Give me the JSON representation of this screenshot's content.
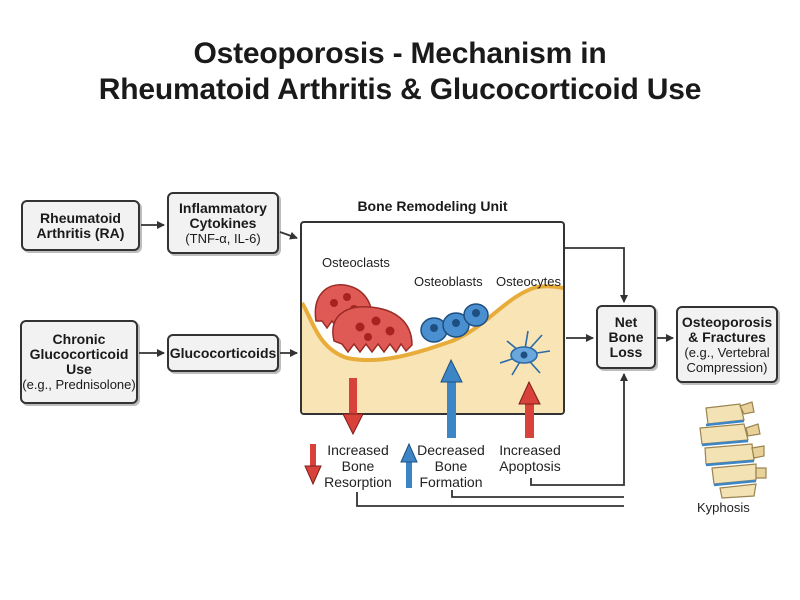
{
  "title": {
    "line1": "Osteoporosis - Mechanism in",
    "line2": "Rheumatoid Arthritis & Glucocorticoid Use"
  },
  "nodes": {
    "ra": {
      "line1": "Rheumatoid",
      "line2": "Arthritis (RA)"
    },
    "cytokines": {
      "line1": "Inflammatory",
      "line2": "Cytokines",
      "line3": "(TNF-α, IL-6)"
    },
    "chronic_gc": {
      "line1": "Chronic",
      "line2": "Glucocorticoid",
      "line3": "Use",
      "line4": "(e.g., Prednisolone)"
    },
    "glucocorticoids": {
      "label": "Glucocorticoids"
    },
    "net_loss": {
      "line1": "Net",
      "line2": "Bone",
      "line3": "Loss"
    },
    "outcome": {
      "line1": "Osteoporosis",
      "line2": "& Fractures",
      "line3": "(e.g., Vertebral",
      "line4": "Compression)"
    }
  },
  "remodeling_unit": {
    "title": "Bone Remodeling Unit",
    "osteoclasts": "Osteoclasts",
    "osteoblasts": "Osteoblasts",
    "osteocytes": "Osteocytes"
  },
  "effects": {
    "resorption": {
      "line1": "Increased",
      "line2": "Bone",
      "line3": "Resorption"
    },
    "formation": {
      "line1": "Decreased",
      "line2": "Bone",
      "line3": "Formation"
    },
    "apoptosis": {
      "line1": "Increased",
      "line2": "Apoptosis"
    }
  },
  "kyphosis": "Kyphosis",
  "colors": {
    "increase_red": "#d9413b",
    "decrease_blue": "#3d86c6",
    "bone_fill": "#f8e4b4",
    "bone_edge": "#e8ac3a",
    "box_fill": "#f2f2f2"
  }
}
